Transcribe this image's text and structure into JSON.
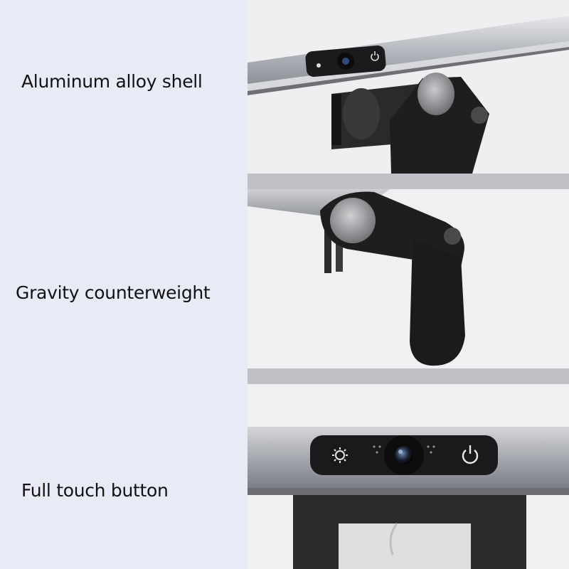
{
  "features": [
    {
      "label": "Aluminum alloy shell",
      "icon": "lamp-bar-top-view"
    },
    {
      "label": "Gravity counterweight",
      "icon": "counterweight-clip-side-view"
    },
    {
      "label": "Full touch button",
      "icon": "touch-button-panel-front-view"
    }
  ],
  "colors": {
    "left_background": "#e8eaf5",
    "photo_background": "#efeff1",
    "divider": "#bfc1c7",
    "caption_text": "#111111",
    "bracket": "#1e1e1e",
    "aluminum": "#b9bcc2"
  },
  "icons": {
    "brightness": "sun-icon",
    "power": "power-icon",
    "camera": "webcam-lens-icon"
  }
}
